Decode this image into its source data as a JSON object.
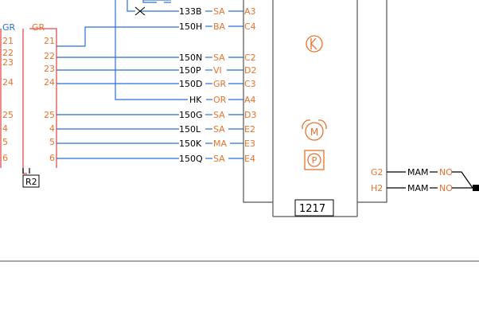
{
  "connector_left": {
    "header_blue": "GR",
    "header_orange": "GR",
    "pins_left": [
      "21",
      "22",
      "23",
      "24",
      "25",
      "4",
      "5",
      "6"
    ],
    "pins_right": [
      "21",
      "22",
      "23",
      "24",
      "25",
      "4",
      "5",
      "6"
    ],
    "label": "R2"
  },
  "wires": [
    {
      "id": "133B",
      "color": "SA",
      "pin": "A3"
    },
    {
      "id": "150H",
      "color": "BA",
      "pin": "C4"
    },
    {
      "id": "150N",
      "color": "SA",
      "pin": "C2"
    },
    {
      "id": "150P",
      "color": "VI",
      "pin": "D2"
    },
    {
      "id": "150D",
      "color": "GR",
      "pin": "C3"
    },
    {
      "id": "HK",
      "color": "OR",
      "pin": "A4"
    },
    {
      "id": "150G",
      "color": "SA",
      "pin": "D3"
    },
    {
      "id": "150L",
      "color": "SA",
      "pin": "E2"
    },
    {
      "id": "150K",
      "color": "MA",
      "pin": "E3"
    },
    {
      "id": "150Q",
      "color": "SA",
      "pin": "E4"
    }
  ],
  "module": {
    "label": "1217",
    "icons": [
      "steering-wheel-icon",
      "motor-icon",
      "parking-icon"
    ],
    "motor_glyph": "M",
    "parking_glyph": "P"
  },
  "right_wires": [
    {
      "pin": "G2",
      "id": "MAM",
      "color": "NO"
    },
    {
      "pin": "H2",
      "id": "MAM",
      "color": "NO"
    }
  ],
  "colors": {
    "orange": "#e8722c",
    "blue": "#2a6fd6",
    "black": "#000000",
    "red": "#e34b4b",
    "gray": "#555555"
  }
}
